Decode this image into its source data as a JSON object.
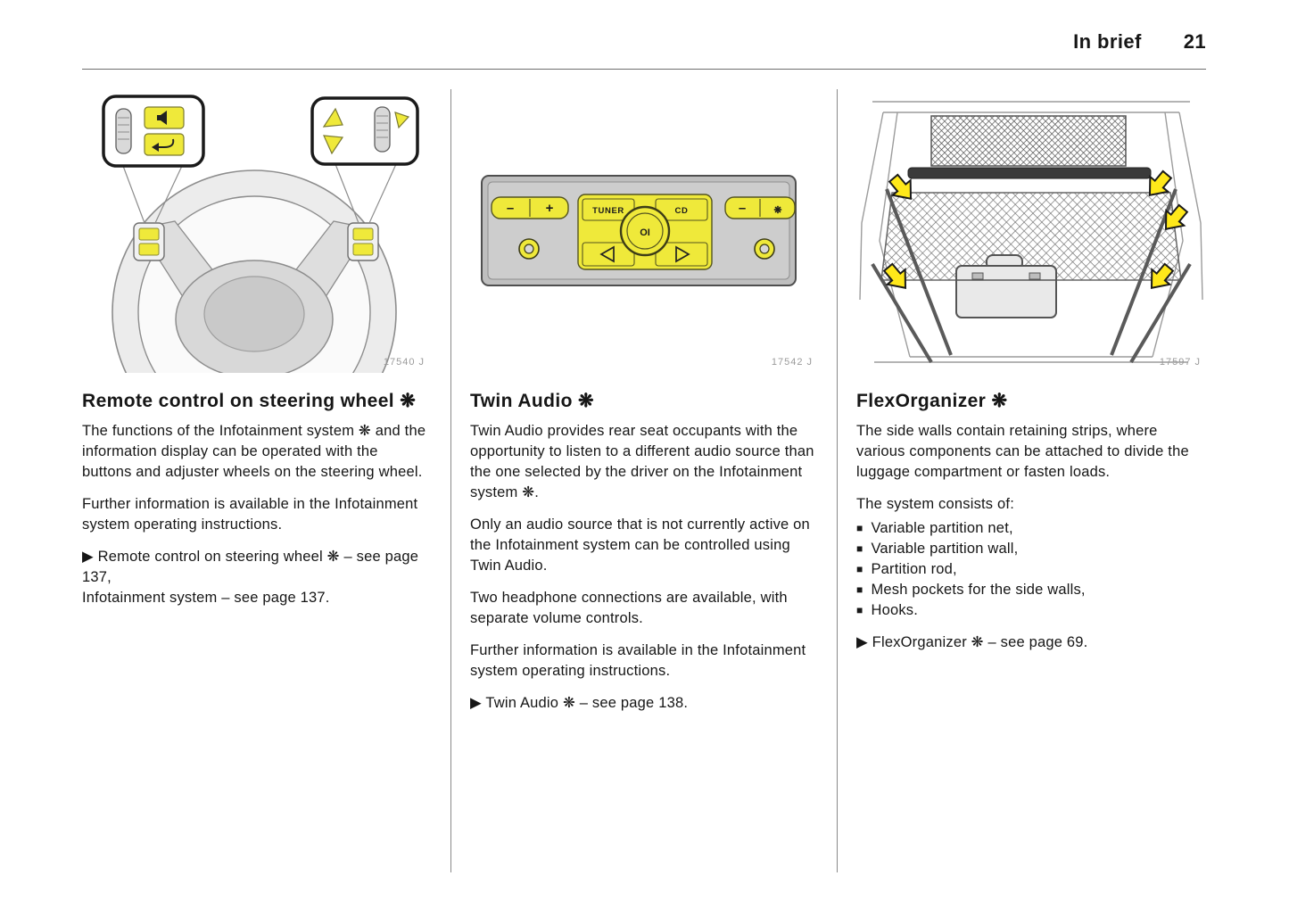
{
  "header": {
    "section_title": "In brief",
    "page_number": "21"
  },
  "symbols": {
    "optional_equipment": "❋",
    "cross_reference_arrow": "▶",
    "bullet": "■"
  },
  "colors": {
    "accent_yellow": "#efe93a",
    "figure_line_gray": "#8d8d8d"
  },
  "columns": [
    {
      "figure_label": "17540 J",
      "heading": "Remote control on steering wheel ❋",
      "paragraphs": [
        "The functions of the Infotainment system ❋ and the information display can be operated with the buttons and adjuster wheels on the steering wheel.",
        "Further information is available in the Infotainment system operating instructions.",
        "▶ Remote control on steering wheel ❋ – see page 137,\nInfotainment system – see page 137."
      ]
    },
    {
      "figure_label": "17542 J",
      "heading": "Twin Audio ❋",
      "paragraphs": [
        "Twin Audio provides rear seat occupants with the opportunity to listen to a different audio source than the one selected by the driver on the Infotainment system ❋.",
        "Only an audio source that is not currently active on the Infotainment system can be controlled using Twin Audio.",
        "Two headphone connections are available, with separate volume controls.",
        "Further information is available in the Infotainment system operating instructions.",
        "▶ Twin Audio ❋ – see page 138."
      ]
    },
    {
      "figure_label": "17597 J",
      "heading": "FlexOrganizer ❋",
      "paragraphs_before": [
        "The side walls contain retaining strips, where various components can be attached to divide the luggage compartment or fasten loads.",
        "The system consists of:"
      ],
      "bullets": [
        "Variable partition net,",
        "Variable partition wall,",
        "Partition rod,",
        "Mesh pockets for the side walls,",
        "Hooks."
      ],
      "paragraphs_after": [
        "▶ FlexOrganizer ❋ – see page 69."
      ]
    }
  ],
  "figures": {
    "twin_audio": {
      "btn_minus_left": "–",
      "btn_plus": "+",
      "btn_tuner": "TUNER",
      "btn_cd": "CD",
      "knob_label": "OI",
      "btn_minus_right": "–",
      "btn_asterisk": "❋"
    }
  }
}
